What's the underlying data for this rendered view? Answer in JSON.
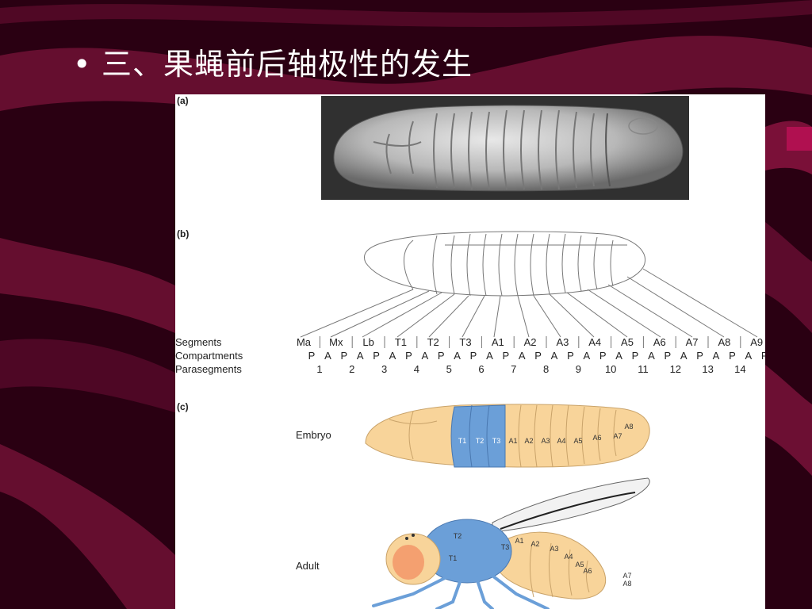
{
  "slide": {
    "bullet": "•",
    "title": "三、果蝇前后轴极性的发生"
  },
  "figure": {
    "panel_a": "(a)",
    "panel_b": "(b)",
    "panel_c": "(c)",
    "row_labels": [
      "Segments",
      "Compartments",
      "Parasegments"
    ],
    "segments": [
      "Ma",
      "Mx",
      "Lb",
      "T1",
      "T2",
      "T3",
      "A1",
      "A2",
      "A3",
      "A4",
      "A5",
      "A6",
      "A7",
      "A8",
      "A9"
    ],
    "compartments": [
      "P",
      "A",
      "P",
      "A",
      "P",
      "A",
      "P",
      "A",
      "P",
      "A",
      "P",
      "A",
      "P",
      "A",
      "P",
      "A",
      "P",
      "A",
      "P",
      "A",
      "P",
      "A",
      "P",
      "A",
      "P",
      "A",
      "P",
      "A",
      "P"
    ],
    "parasegments": [
      "1",
      "2",
      "3",
      "4",
      "5",
      "6",
      "7",
      "8",
      "9",
      "10",
      "11",
      "12",
      "13",
      "14"
    ],
    "embryo_label": "Embryo",
    "adult_label": "Adult",
    "embryo_segments": [
      "T1",
      "T2",
      "T3",
      "A1",
      "A2",
      "A3",
      "A4",
      "A5",
      "A6",
      "A7",
      "A8"
    ],
    "adult_segments": [
      "T2",
      "T1",
      "T3",
      "A1",
      "A2",
      "A3",
      "A4",
      "A5",
      "A6",
      "A7",
      "A8"
    ]
  },
  "colors": {
    "background": "#2a0012",
    "wave": "#7a1038",
    "thorax_blue": "#6b9fd8",
    "abdomen_peach": "#f8d49a"
  }
}
